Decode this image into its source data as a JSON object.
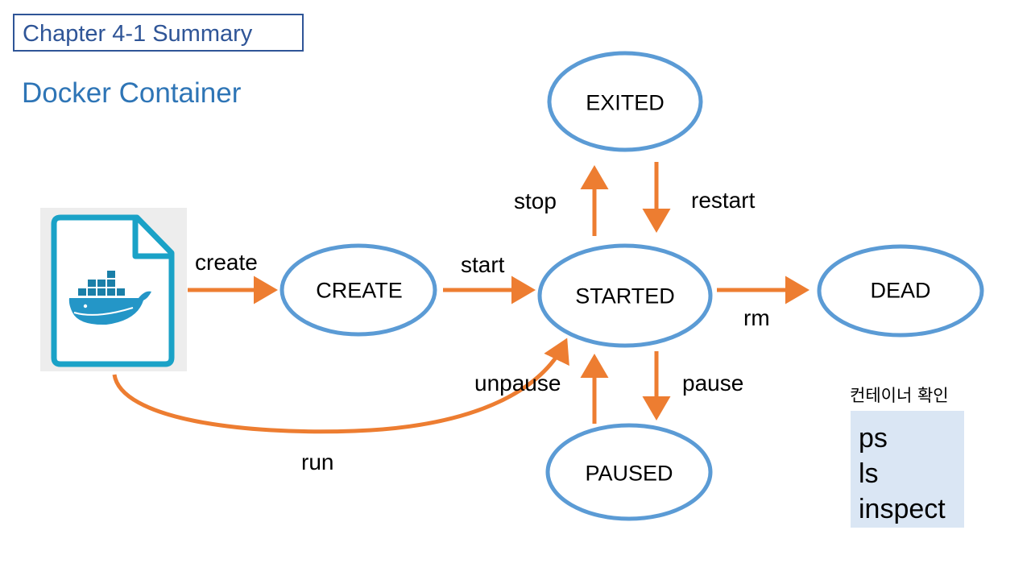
{
  "slide": {
    "title": "Chapter 4-1 Summary",
    "subtitle": "Docker Container"
  },
  "states": {
    "create": "CREATE",
    "started": "STARTED",
    "exited": "EXITED",
    "dead": "DEAD",
    "paused": "PAUSED"
  },
  "transitions": {
    "create": "create",
    "start": "start",
    "stop": "stop",
    "restart": "restart",
    "rm": "rm",
    "pause": "pause",
    "unpause": "unpause",
    "run": "run"
  },
  "commands": {
    "heading": "컨테이너 확인",
    "items": [
      "ps",
      "ls",
      "inspect"
    ]
  },
  "colors": {
    "title": "#2f5597",
    "subtitle": "#2e75b6",
    "node_stroke": "#5b9bd5",
    "arrow": "#ed7d31",
    "command_box": "#dae6f4",
    "image_icon": "#1aa2c7",
    "image_bg": "#ededed"
  },
  "icons": {
    "image": "docker-image-file-icon"
  }
}
